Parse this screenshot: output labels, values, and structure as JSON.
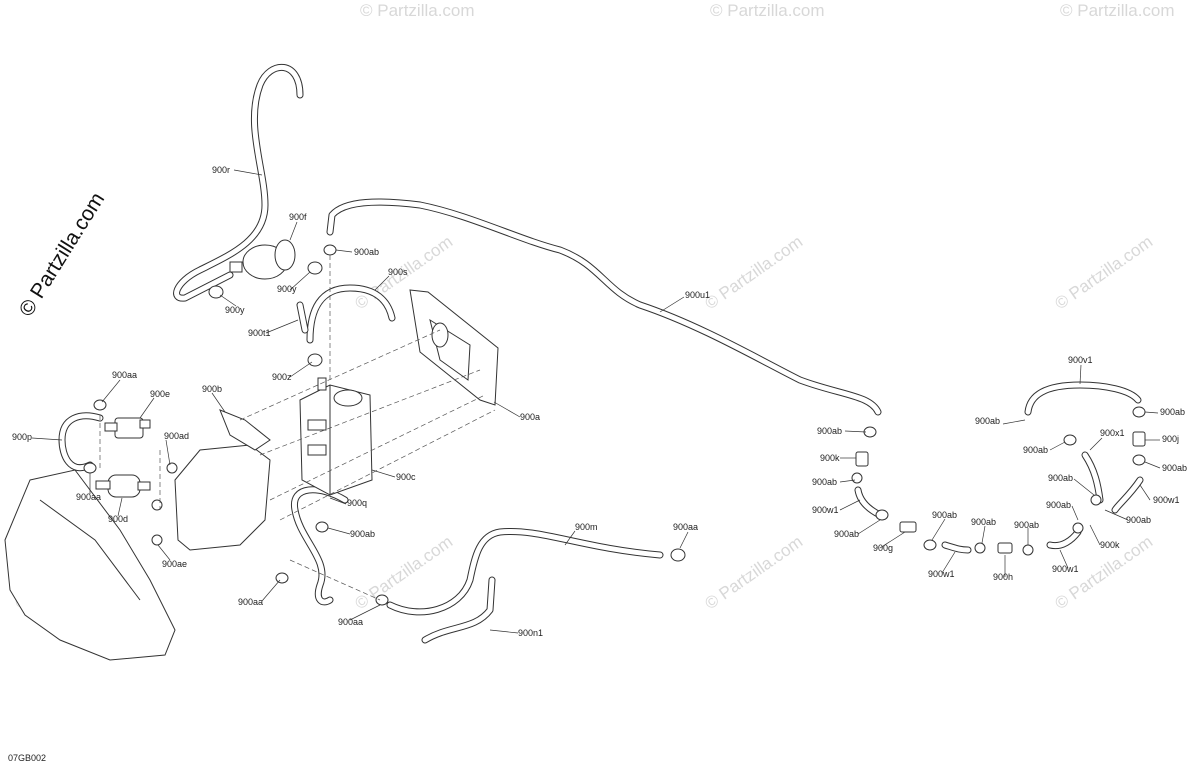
{
  "brand": "© Partzilla.com",
  "watermark": "© Partzilla.com",
  "diagram_code": "07GB002",
  "labels": {
    "r": "900r",
    "f": "900f",
    "ab_top": "900ab",
    "s": "900s",
    "y1": "900y",
    "y2": "900y",
    "t1": "900t1",
    "z": "900z",
    "u1": "900u1",
    "aa1": "900aa",
    "e": "900e",
    "b": "900b",
    "a": "900a",
    "p": "900p",
    "ad": "900ad",
    "aa2": "900aa",
    "d": "900d",
    "ae": "900ae",
    "c": "900c",
    "q": "900q",
    "ab_mid": "900ab",
    "m": "900m",
    "aa3": "900aa",
    "aa4": "900aa",
    "aa5": "900aa",
    "n1": "900n1",
    "v1": "900v1",
    "ab_r1": "900ab",
    "ab_r2": "900ab",
    "ab_r3": "900ab",
    "x1": "900x1",
    "j": "900j",
    "ab_r4": "900ab",
    "ab_r5": "900ab",
    "w1_r": "900w1",
    "ab_r6": "900ab",
    "ab_r7": "900ab",
    "k_r": "900k",
    "ab_l1": "900ab",
    "k_l": "900k",
    "ab_l2": "900ab",
    "w1_l": "900w1",
    "ab_l3": "900ab",
    "g": "900g",
    "ab_b1": "900ab",
    "w1_b": "900w1",
    "ab_b2": "900ab",
    "h": "900h",
    "ab_b3": "900ab",
    "w1_b2": "900w1"
  }
}
